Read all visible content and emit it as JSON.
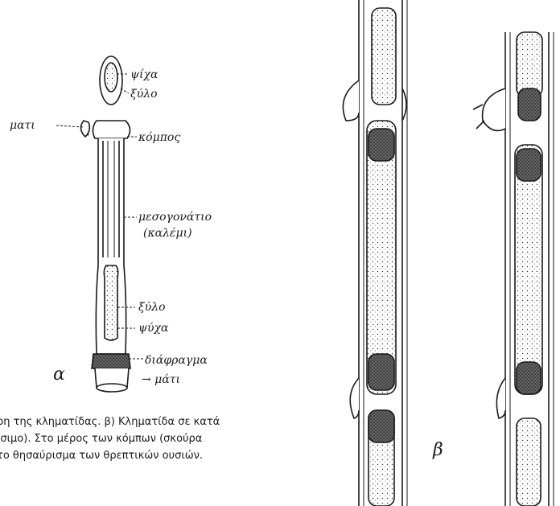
{
  "figure_a": {
    "panel_letter": "α",
    "labels": {
      "pith_top": "ψίχα",
      "wood_top": "ξύλο",
      "bud_left": "ματι",
      "node": "κόμπος",
      "internode_line1": "μεσογονάτιο",
      "internode_line2": "(καλέμι)",
      "wood_bottom": "ξύλο",
      "pith_bottom": "ψύχα",
      "diaphragm": "διάφραγμα",
      "bud_bottom": "→ μάτι"
    }
  },
  "figure_b": {
    "panel_letter": "β"
  },
  "caption": {
    "line1": "ρη της κληματίδας. β) Κληματίδα σε κατά",
    "line2": "ίσιμο). Στο μέρος των κόμπων (σκούρα",
    "line3": "το θησαύρισμα των θρεπτικών ουσιών."
  }
}
